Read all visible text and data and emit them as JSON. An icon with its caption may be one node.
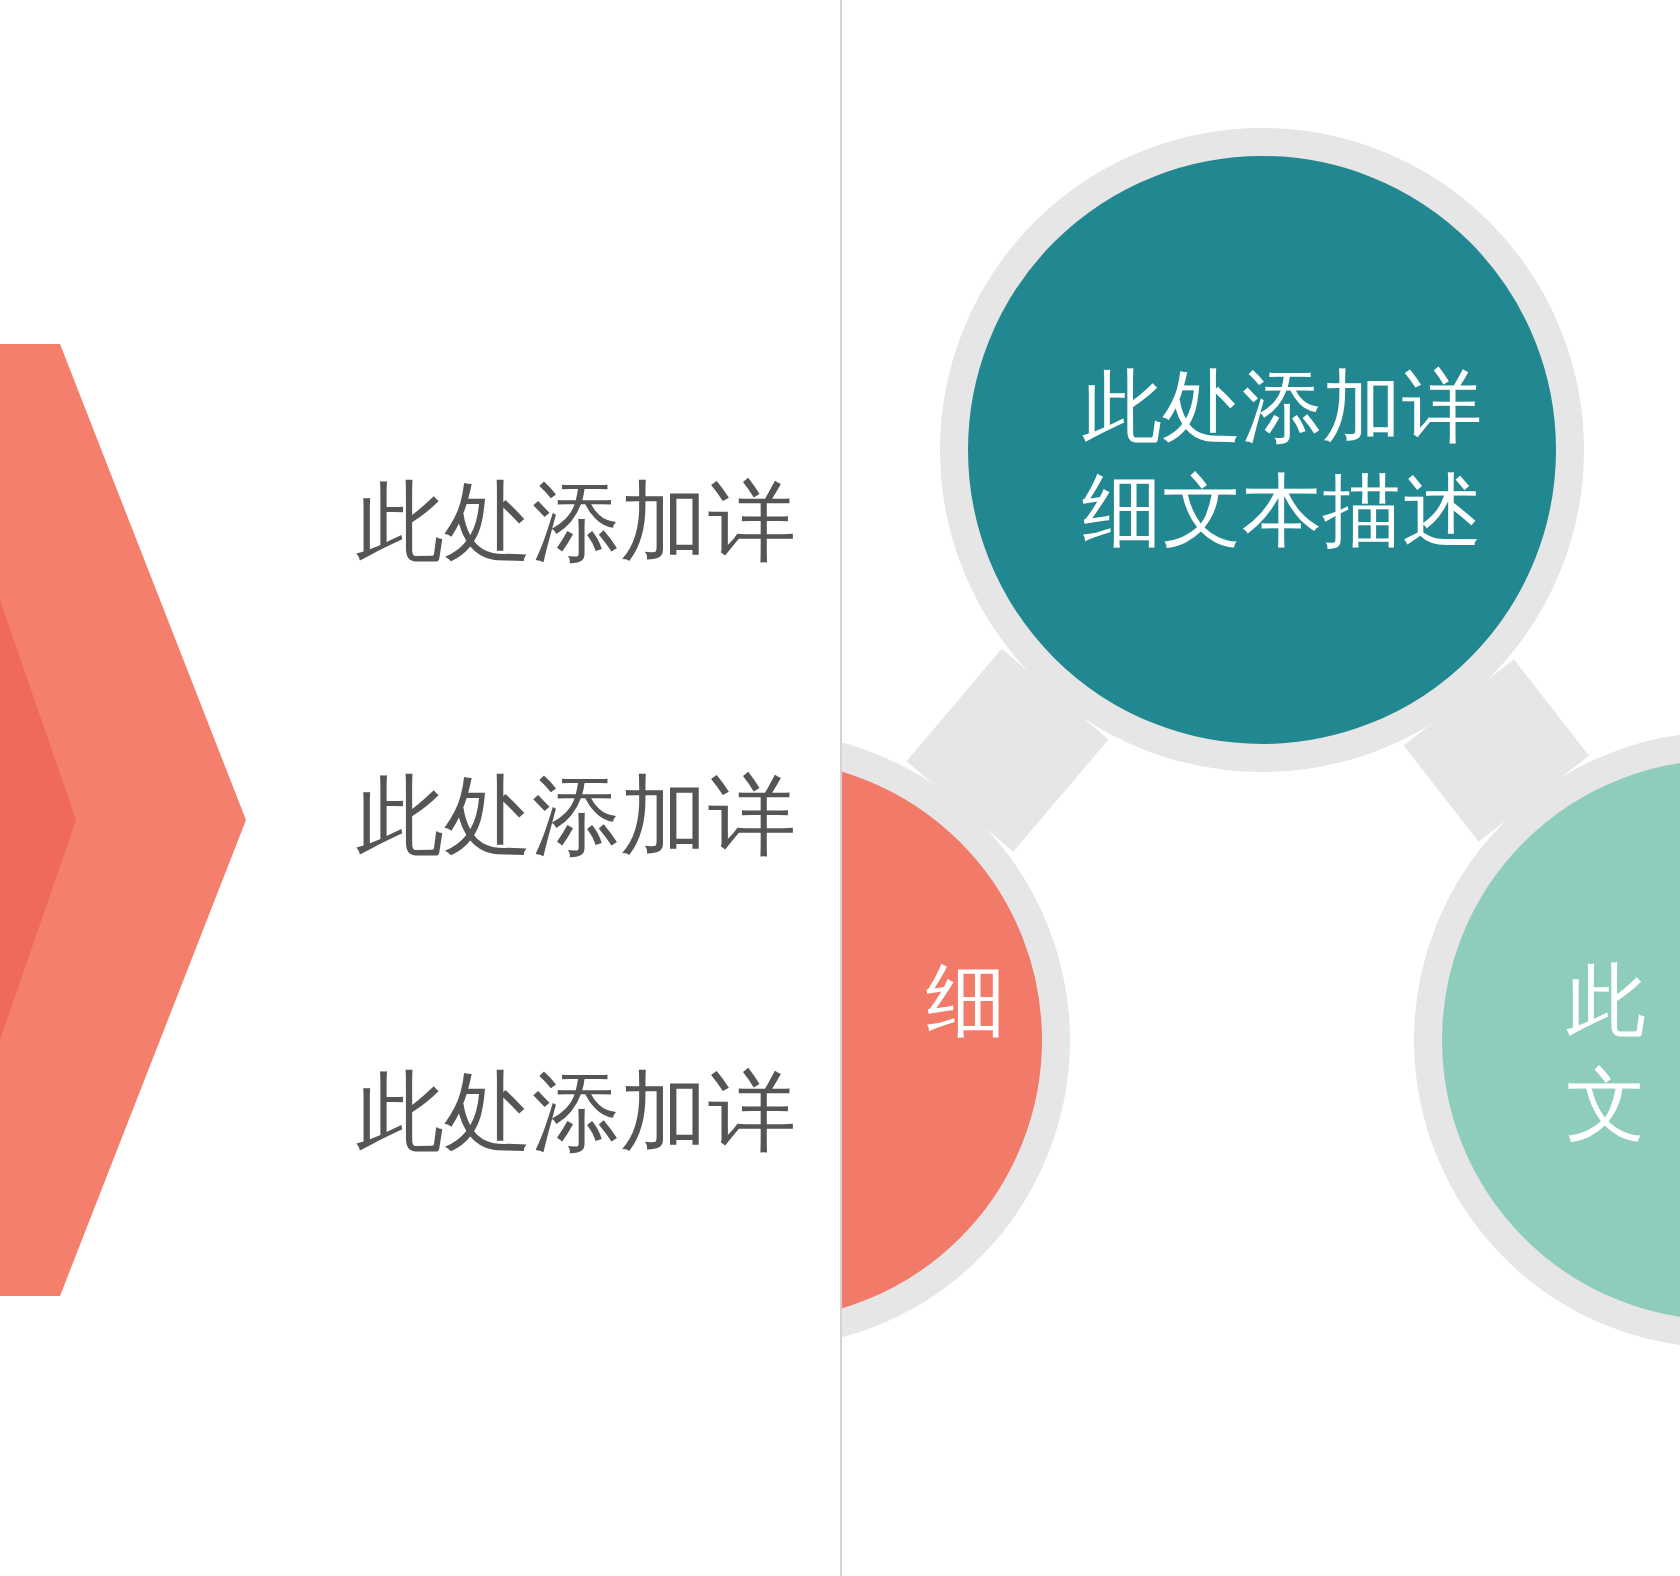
{
  "diagram": {
    "nodes": [
      {
        "text": [
          "此处添加详细文本描述"
        ]
      },
      {
        "text": [
          "细"
        ]
      },
      {
        "text": [
          "此文"
        ]
      }
    ],
    "edges": [
      {
        "from": 0,
        "to": 1,
        "arrow": "none"
      },
      {
        "from": 0,
        "to": 2,
        "arrow": "none"
      }
    ],
    "labels": [
      "此处添加详",
      "此处添加详",
      "此处添加详"
    ]
  }
}
